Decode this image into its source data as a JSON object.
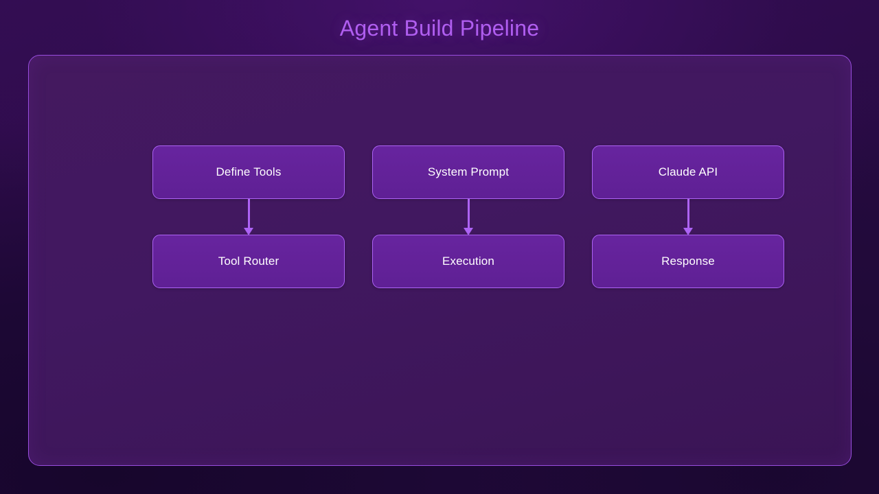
{
  "page": {
    "title": "Agent Build Pipeline",
    "background_color": "#2c0b4d"
  },
  "theme": {
    "title_color": "#b05ef0",
    "panel_fill": "#411860",
    "panel_border": "#9a4ee0",
    "node_fill": "#63229c",
    "node_border": "#ad63f5",
    "node_text": "#ffffff",
    "arrow_color": "#ad63f5"
  },
  "diagram": {
    "name": "agent-build-pipeline",
    "type": "flowchart",
    "columns": 3,
    "rows": 2,
    "nodes": [
      {
        "id": "define-tools",
        "label": "Define Tools",
        "row": 0,
        "col": 0
      },
      {
        "id": "system-prompt",
        "label": "System Prompt",
        "row": 0,
        "col": 1
      },
      {
        "id": "claude-api",
        "label": "Claude API",
        "row": 0,
        "col": 2
      },
      {
        "id": "tool-router",
        "label": "Tool Router",
        "row": 1,
        "col": 0
      },
      {
        "id": "execution",
        "label": "Execution",
        "row": 1,
        "col": 1
      },
      {
        "id": "response",
        "label": "Response",
        "row": 1,
        "col": 2
      }
    ],
    "edges": [
      {
        "id": "edge-define-tools-tool-router",
        "from": "define-tools",
        "to": "tool-router",
        "direction": "down",
        "arrowhead": true
      },
      {
        "id": "edge-system-prompt-execution",
        "from": "system-prompt",
        "to": "execution",
        "direction": "down",
        "arrowhead": true
      },
      {
        "id": "edge-claude-api-response",
        "from": "claude-api",
        "to": "response",
        "direction": "down",
        "arrowhead": true
      }
    ]
  }
}
